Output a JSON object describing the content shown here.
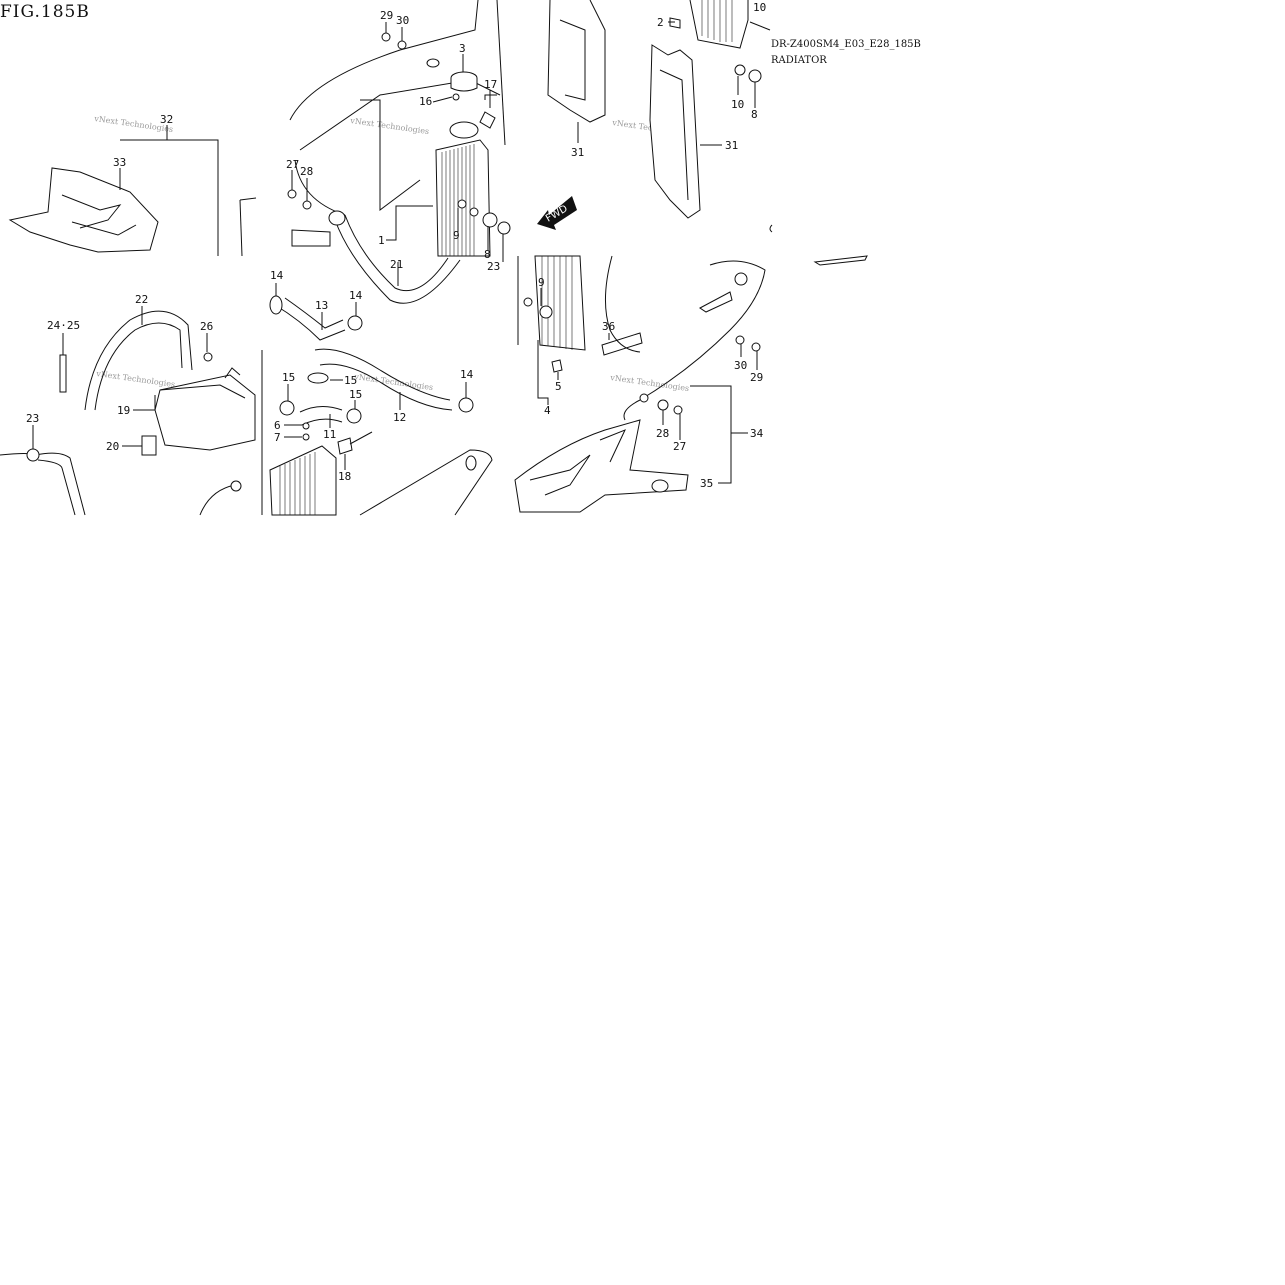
{
  "figure": {
    "title": "FIG.185B",
    "model_code": "DR-Z400SM4_E03_E28_185B",
    "section_name": "RADIATOR",
    "direction_label": "FWD"
  },
  "watermark": "vNext Technologies",
  "callouts": [
    {
      "id": "c29a",
      "label": "29"
    },
    {
      "id": "c30a",
      "label": "30"
    },
    {
      "id": "c3",
      "label": "3"
    },
    {
      "id": "c16",
      "label": "16"
    },
    {
      "id": "c17",
      "label": "17"
    },
    {
      "id": "c32",
      "label": "32"
    },
    {
      "id": "c33",
      "label": "33"
    },
    {
      "id": "c27a",
      "label": "27"
    },
    {
      "id": "c28a",
      "label": "28"
    },
    {
      "id": "c1",
      "label": "1"
    },
    {
      "id": "c9a",
      "label": "9"
    },
    {
      "id": "c8a",
      "label": "8"
    },
    {
      "id": "c23a",
      "label": "23"
    },
    {
      "id": "c21",
      "label": "21"
    },
    {
      "id": "c2",
      "label": "2"
    },
    {
      "id": "c10a",
      "label": "10"
    },
    {
      "id": "c10b",
      "label": "10"
    },
    {
      "id": "c8b",
      "label": "8"
    },
    {
      "id": "c31a",
      "label": "31"
    },
    {
      "id": "c31b",
      "label": "31"
    },
    {
      "id": "c14a",
      "label": "14"
    },
    {
      "id": "c13",
      "label": "13"
    },
    {
      "id": "c14b",
      "label": "14"
    },
    {
      "id": "c22",
      "label": "22"
    },
    {
      "id": "c2425",
      "label": "24·25"
    },
    {
      "id": "c26",
      "label": "26"
    },
    {
      "id": "c19",
      "label": "19"
    },
    {
      "id": "c20",
      "label": "20"
    },
    {
      "id": "c23b",
      "label": "23"
    },
    {
      "id": "c15a",
      "label": "15"
    },
    {
      "id": "c15b",
      "label": "15"
    },
    {
      "id": "c15c",
      "label": "15"
    },
    {
      "id": "c14c",
      "label": "14"
    },
    {
      "id": "c12",
      "label": "12"
    },
    {
      "id": "c6",
      "label": "6"
    },
    {
      "id": "c7",
      "label": "7"
    },
    {
      "id": "c11",
      "label": "11"
    },
    {
      "id": "c18",
      "label": "18"
    },
    {
      "id": "c9b",
      "label": "9"
    },
    {
      "id": "c36",
      "label": "36"
    },
    {
      "id": "c5",
      "label": "5"
    },
    {
      "id": "c4",
      "label": "4"
    },
    {
      "id": "c30b",
      "label": "30"
    },
    {
      "id": "c29b",
      "label": "29"
    },
    {
      "id": "c28b",
      "label": "28"
    },
    {
      "id": "c27b",
      "label": "27"
    },
    {
      "id": "c34",
      "label": "34"
    },
    {
      "id": "c35",
      "label": "35"
    }
  ]
}
